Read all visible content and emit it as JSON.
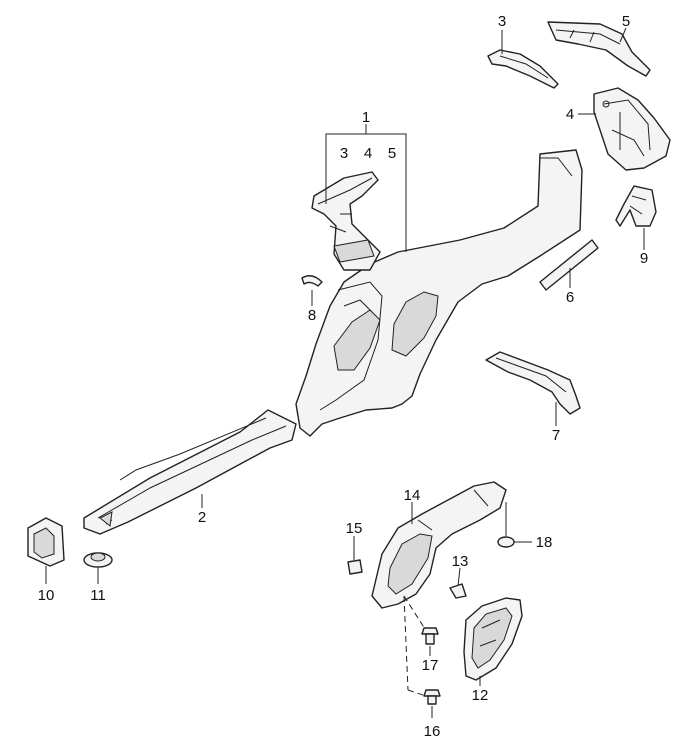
{
  "callouts": {
    "c1": "1",
    "c2": "2",
    "c3": "3",
    "c3b": "3",
    "c4": "4",
    "c4b": "4",
    "c5": "5",
    "c5b": "5",
    "c6": "6",
    "c7": "7",
    "c8": "8",
    "c9": "9",
    "c10": "10",
    "c11": "11",
    "c12": "12",
    "c13": "13",
    "c14": "14",
    "c15": "15",
    "c16": "16",
    "c17": "17",
    "c18": "18"
  }
}
